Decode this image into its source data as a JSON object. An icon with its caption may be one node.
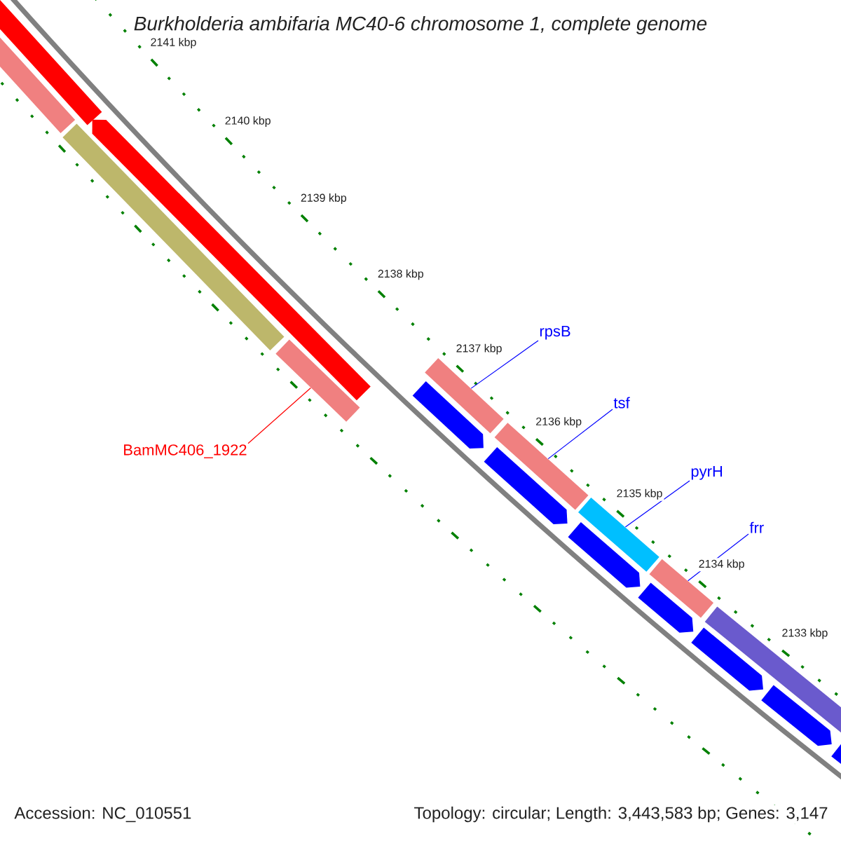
{
  "diagram": {
    "title": "Burkholderia ambifaria MC40-6 chromosome 1, complete genome",
    "nodes": [
      {
        "text": [
          "rpsB"
        ]
      },
      {
        "text": [
          "tsf"
        ]
      },
      {
        "text": [
          "pyrH"
        ]
      },
      {
        "text": [
          "frr"
        ]
      },
      {
        "text": [
          "BamMC406_1922"
        ]
      },
      {
        "text": [],
        "shape": "bar"
      },
      {
        "text": [],
        "shape": "bar"
      },
      {
        "text": [],
        "shape": "bar"
      },
      {
        "text": [],
        "shape": "arrow"
      },
      {
        "text": [],
        "shape": "bar"
      },
      {
        "text": [],
        "shape": "bar"
      },
      {
        "text": [],
        "shape": "arrow"
      },
      {
        "text": [],
        "shape": "bar"
      },
      {
        "text": [],
        "shape": "arrow"
      },
      {
        "text": [],
        "shape": "bar"
      },
      {
        "text": [],
        "shape": "arrow"
      },
      {
        "text": [],
        "shape": "bar"
      },
      {
        "text": [],
        "shape": "arrow"
      },
      {
        "text": [],
        "shape": "arrow"
      },
      {
        "text": [],
        "shape": "bar"
      },
      {
        "text": [],
        "shape": "arrow"
      },
      {
        "text": [],
        "shape": "arrow"
      }
    ],
    "edges": [
      {
        "from": 0,
        "to": 10,
        "arrow": "none"
      },
      {
        "from": 1,
        "to": 12,
        "arrow": "none"
      },
      {
        "from": 2,
        "to": 14,
        "arrow": "none"
      },
      {
        "from": 3,
        "to": 16,
        "arrow": "none"
      },
      {
        "from": 4,
        "to": 9,
        "arrow": "none",
        "color": "#ff0000"
      }
    ],
    "labels": [
      "2141 kbp",
      "2140 kbp",
      "2139 kbp",
      "2138 kbp",
      "2137 kbp",
      "2136 kbp",
      "2135 kbp",
      "2134 kbp",
      "2133 kbp",
      "Accession: NC_010551",
      "Topology: circular; Length: 3,443,583 bp; Genes: 3,147"
    ]
  }
}
